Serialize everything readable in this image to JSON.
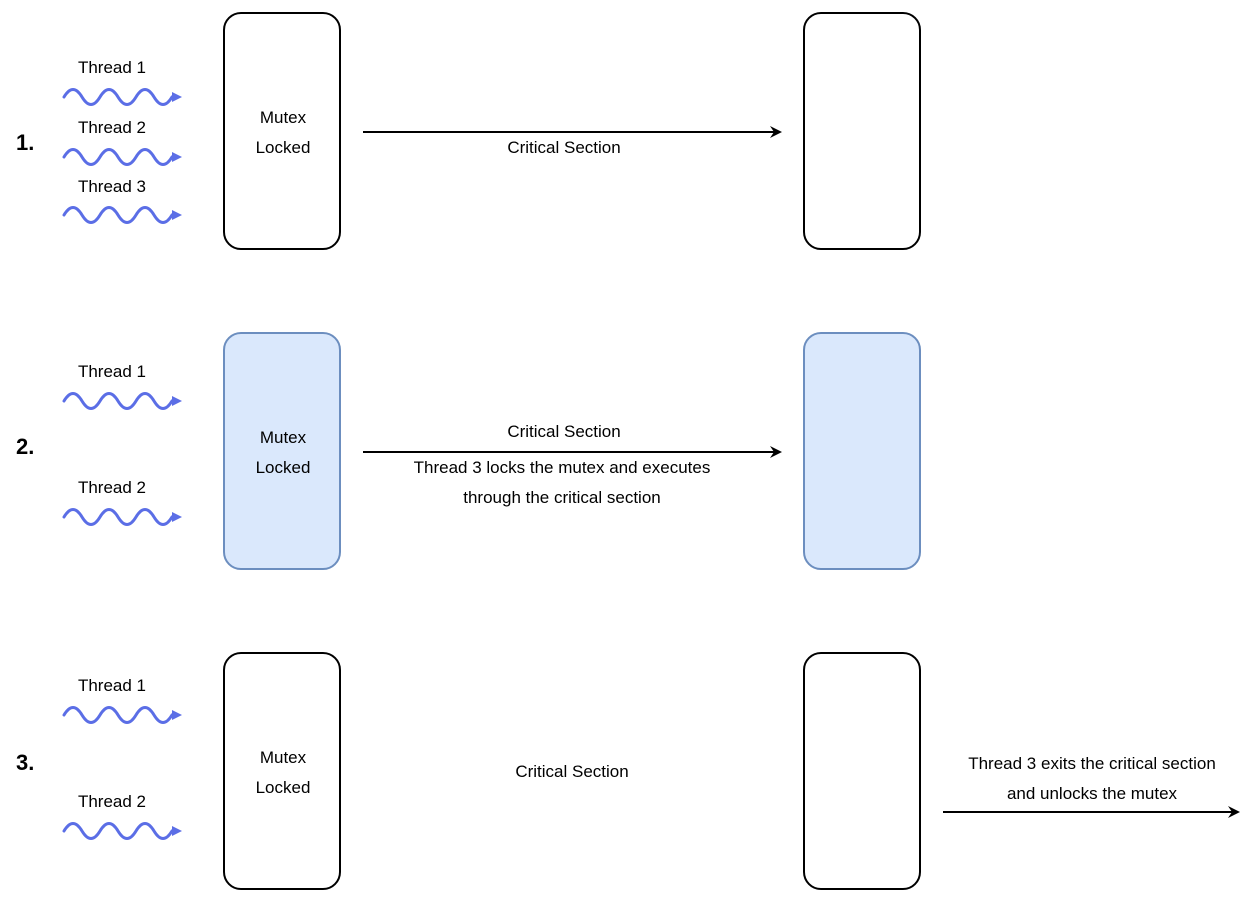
{
  "colors": {
    "wave": "#5b6ee6",
    "active_fill": "#dae8fc",
    "active_border": "#6c8ebf",
    "line": "#000000"
  },
  "stage1": {
    "number": "1.",
    "threads": [
      "Thread 1",
      "Thread 2",
      "Thread 3"
    ],
    "mutex_line1": "Mutex",
    "mutex_line2": "Locked",
    "critical_section": "Critical Section"
  },
  "stage2": {
    "number": "2.",
    "threads": [
      "Thread 1",
      "Thread 2"
    ],
    "mutex_line1": "Mutex",
    "mutex_line2": "Locked",
    "critical_section": "Critical Section",
    "note_line1": "Thread 3 locks the mutex and executes",
    "note_line2": "through the critical section"
  },
  "stage3": {
    "number": "3.",
    "threads": [
      "Thread 1",
      "Thread 2"
    ],
    "mutex_line1": "Mutex",
    "mutex_line2": "Locked",
    "critical_section": "Critical Section",
    "note_line1": "Thread 3 exits the critical section",
    "note_line2": "and unlocks the mutex"
  }
}
